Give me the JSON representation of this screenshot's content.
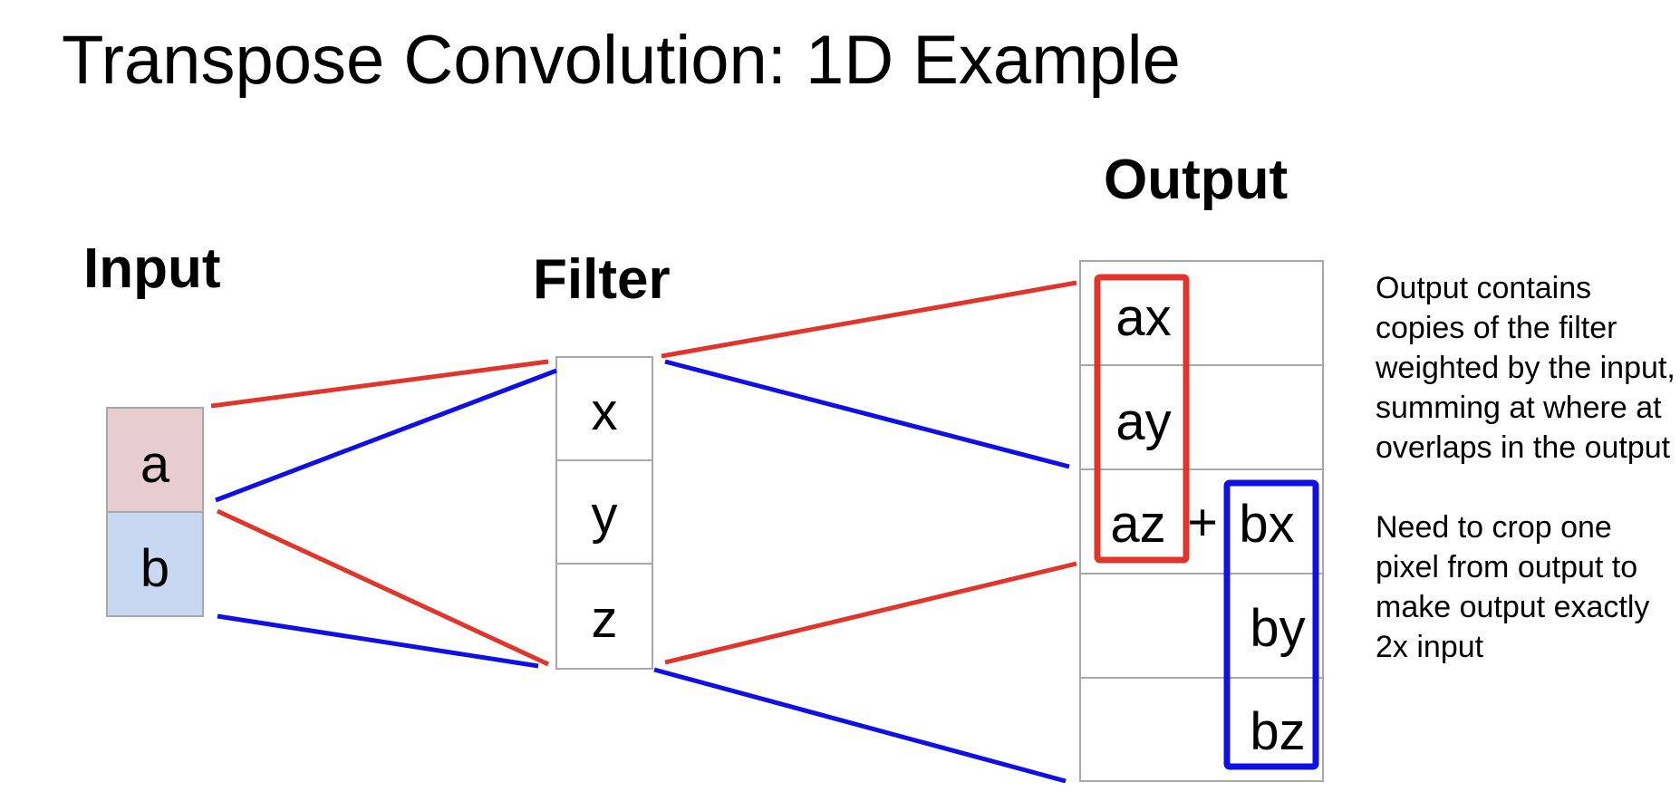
{
  "title": "Transpose Convolution: 1D Example",
  "input": {
    "label": "Input",
    "cells": [
      "a",
      "b"
    ],
    "cell_colors": [
      "#e8cdd0",
      "#c9d8f2"
    ]
  },
  "filter": {
    "label": "Filter",
    "cells": [
      "x",
      "y",
      "z"
    ]
  },
  "output": {
    "label": "Output",
    "a_terms": [
      "ax",
      "ay",
      "az"
    ],
    "plus": "+",
    "b_terms": [
      "bx",
      "by",
      "bz"
    ]
  },
  "notes": [
    "Output contains copies of the filter weighted by the input, summing at where at overlaps in the output",
    "Need to crop one pixel from output to make output exactly 2x input"
  ],
  "colors": {
    "red": "#e0352b",
    "blue": "#1010e6",
    "grid": "#a8a8a8"
  }
}
